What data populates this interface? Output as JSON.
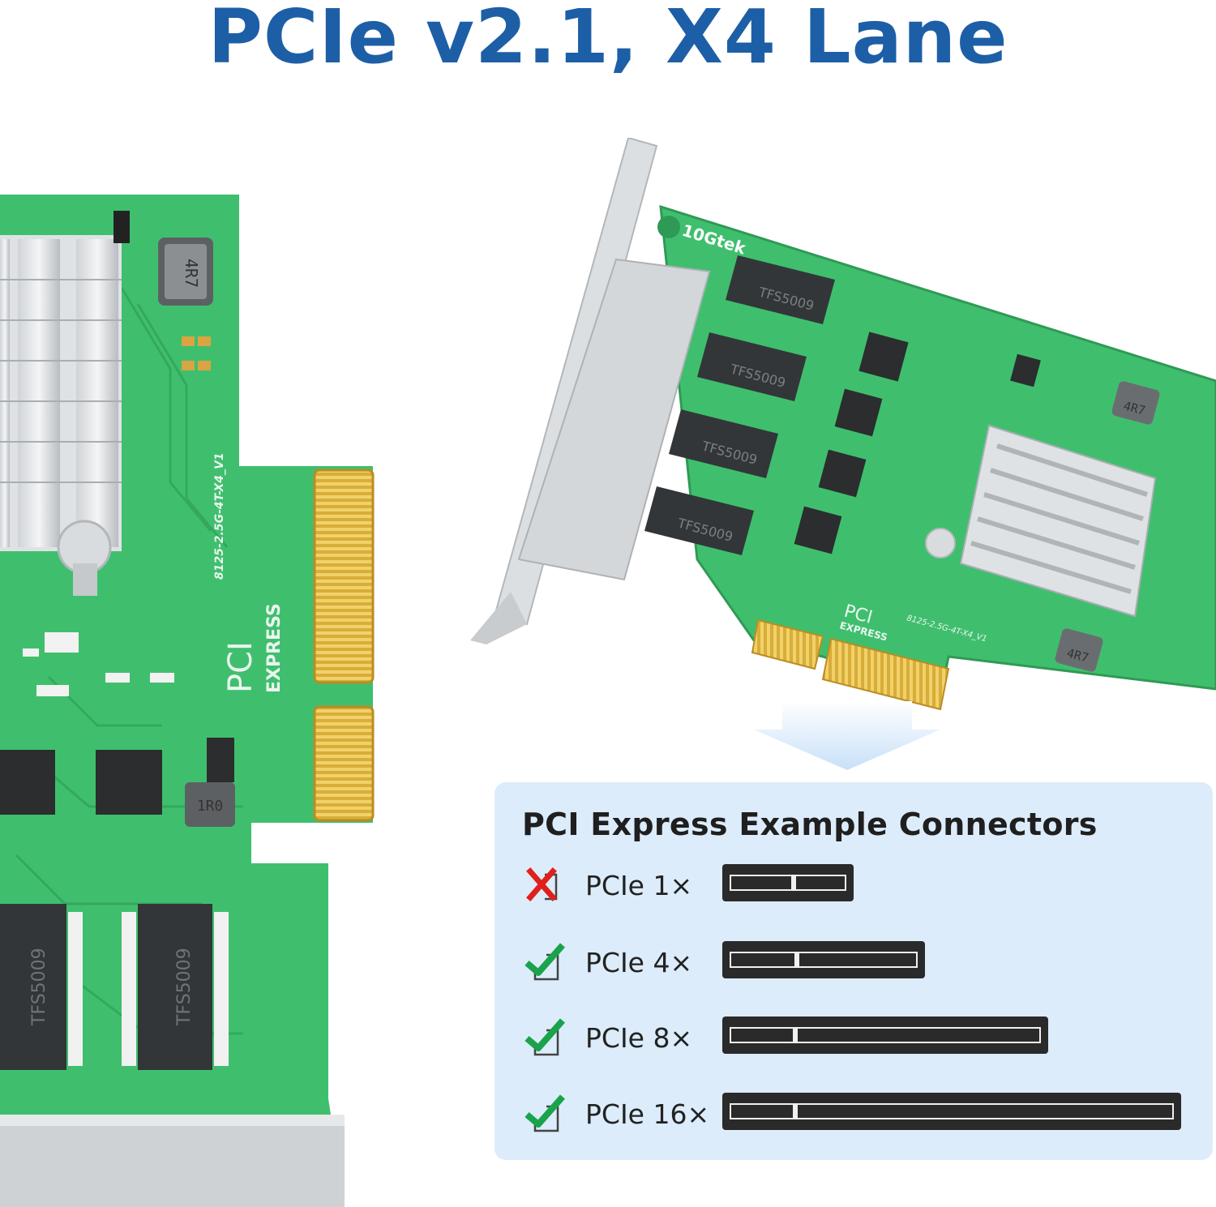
{
  "title": "PCIe v2.1, X4 Lane",
  "connectors": {
    "heading": "PCI Express Example Connectors",
    "rows": [
      {
        "label": "PCIe 1×",
        "supported": false
      },
      {
        "label": "PCIe 4×",
        "supported": true
      },
      {
        "label": "PCIe 8×",
        "supported": true
      },
      {
        "label": "PCIe 16×",
        "supported": true
      }
    ]
  },
  "board": {
    "brand": "10Gtek",
    "chip_label": "TFS5009",
    "model_label": "8125-2.5G-4T-X4_V1",
    "inductor_big": "4R7",
    "inductor_small": "1R0",
    "logo_top": "PCI",
    "logo_bottom": "EXPRESS"
  },
  "colors": {
    "title": "#1d5fa6",
    "pcb": "#3fbf6e",
    "box": "#dcecfb",
    "check": "#1aa34a",
    "cross": "#e0201b"
  }
}
